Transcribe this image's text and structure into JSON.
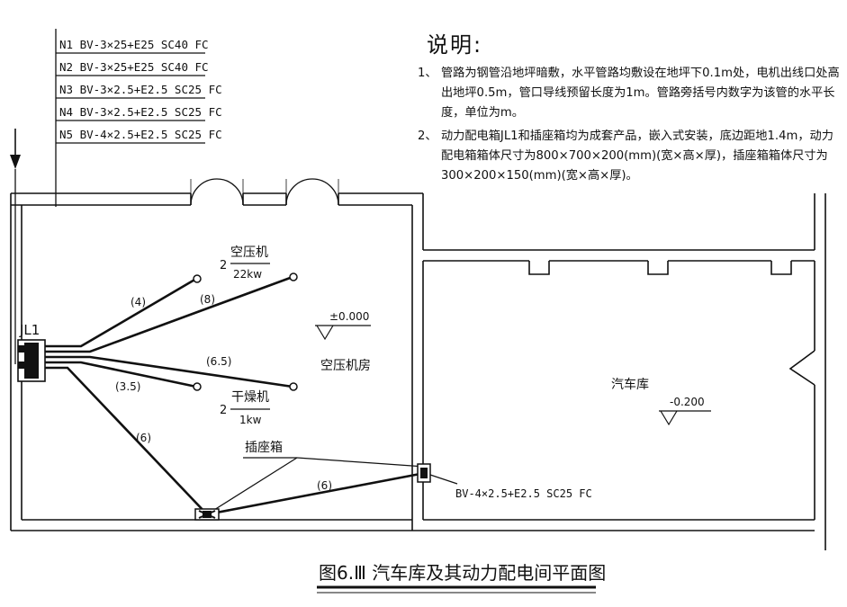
{
  "cable_schedule": [
    "N1 BV-3×25+E25 SC40 FC",
    "N2 BV-3×25+E25 SC40 FC",
    "N3 BV-3×2.5+E2.5 SC25 FC",
    "N4 BV-3×2.5+E2.5 SC25 FC",
    "N5 BV-4×2.5+E2.5 SC25 FC"
  ],
  "notes": {
    "title": "说明:",
    "items": [
      {
        "num": "1、",
        "text": "管路为钢管沿地坪暗敷，水平管路均敷设在地坪下0.1m处，电机出线口处高出地坪0.5m，管口导线预留长度为1m。管路旁括号内数字为该管的水平长度，单位为m。"
      },
      {
        "num": "2、",
        "text": "动力配电箱JL1和插座箱均为成套产品，嵌入式安装，底边距地1.4m，动力配电箱箱体尺寸为800×700×200(mm)(宽×高×厚)，插座箱箱体尺寸为300×200×150(mm)(宽×高×厚)。"
      }
    ]
  },
  "panel": {
    "label": "JL1"
  },
  "equipment": {
    "compressor": {
      "name": "空压机",
      "count": "2",
      "power": "22kw"
    },
    "dryer": {
      "name": "干燥机",
      "count": "2",
      "power": "1kw"
    }
  },
  "rooms": {
    "compressor_room": {
      "name": "空压机房",
      "elevation": "±0.000"
    },
    "garage": {
      "name": "汽车库",
      "elevation": "-0.200"
    }
  },
  "lengths": {
    "l1": "(4)",
    "l2": "(8)",
    "l3": "(6.5)",
    "l4": "(3.5)",
    "l5": "(6)",
    "l6": "(6)"
  },
  "socket_box": {
    "label": "插座箱",
    "cable": "BV-4×2.5+E2.5 SC25 FC"
  },
  "caption": "图6.Ⅲ 汽车库及其动力配电间平面图"
}
